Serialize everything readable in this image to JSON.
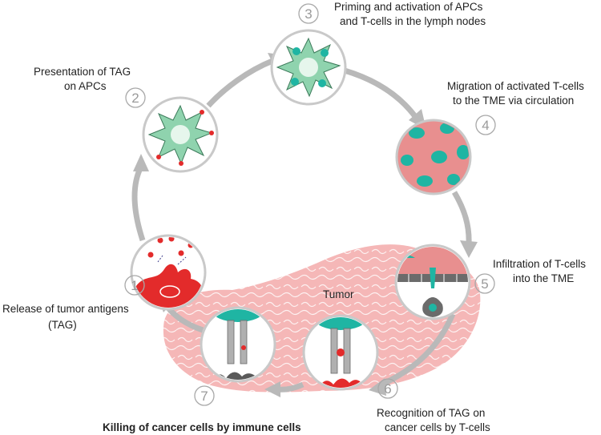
{
  "steps": [
    {
      "num": "1",
      "label_lines": [
        "Release of tumor antigens",
        "(TAG)"
      ]
    },
    {
      "num": "2",
      "label_lines": [
        "Presentation of TAG",
        "on APCs"
      ]
    },
    {
      "num": "3",
      "label_lines": [
        "Priming and activation of APCs",
        "and T-cells in the lymph nodes"
      ]
    },
    {
      "num": "4",
      "label_lines": [
        "Migration of activated T-cells",
        "to the TME via circulation"
      ]
    },
    {
      "num": "5",
      "label_lines": [
        "Infiltration of T-cells",
        "into the TME"
      ]
    },
    {
      "num": "6",
      "label_lines": [
        "Recognition of TAG on",
        "cancer cells by T-cells"
      ]
    },
    {
      "num": "7",
      "label_lines": [
        "Killing of cancer cells by immune cells"
      ]
    }
  ],
  "tumor_label": "Tumor",
  "colors": {
    "arrow": "#b9b9b9",
    "tumor": "#f2a3a3",
    "red": "#e32b2b",
    "apc_green": "#8fd3ae",
    "teal": "#1fb5a3",
    "vessel": "#e88f8f",
    "gray": "#6b6b6b"
  }
}
